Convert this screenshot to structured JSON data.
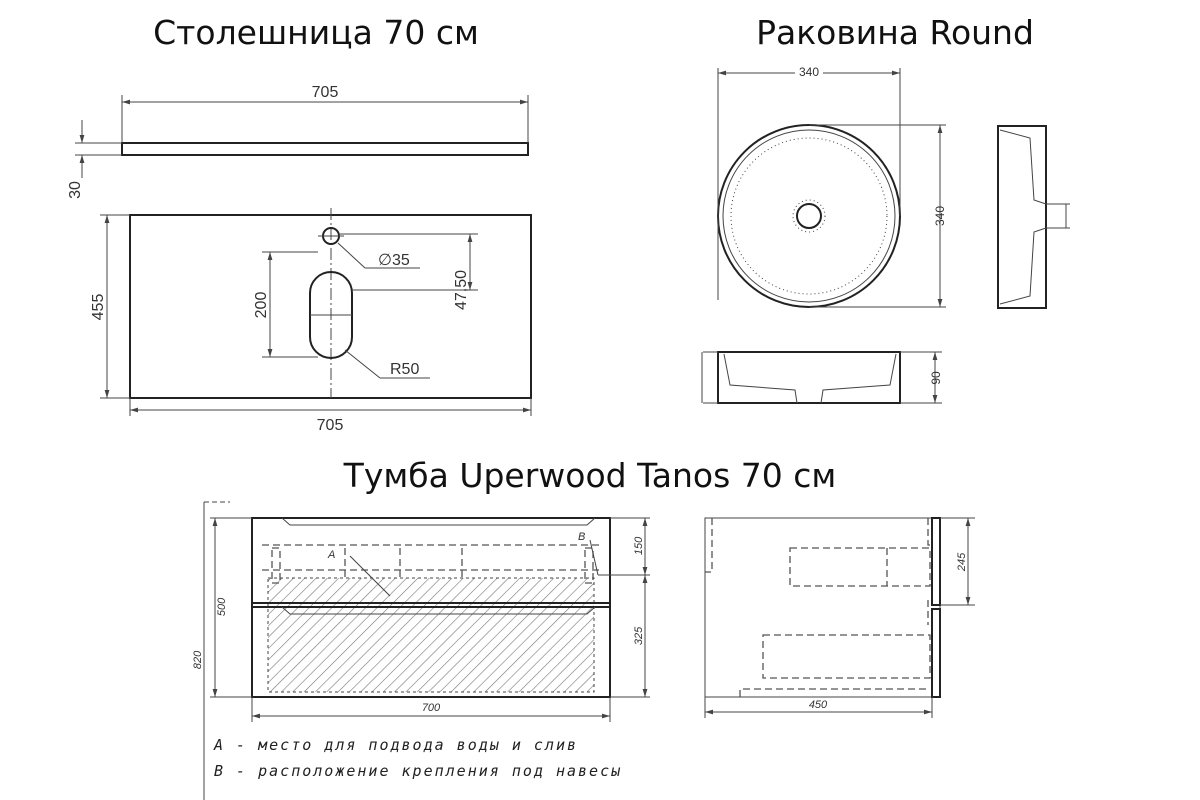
{
  "titles": {
    "countertop": "Столешница 70 см",
    "sink": "Раковина Round",
    "cabinet": "Тумба Uperwood Tanos 70 см"
  },
  "countertop": {
    "width_top": "705",
    "thickness": "30",
    "depth": "455",
    "hole_diameter": "∅35",
    "slot_length": "200",
    "hole_offset": "47,50",
    "slot_radius": "R50",
    "width_bottom": "705"
  },
  "sink": {
    "width": "340",
    "depth": "340",
    "height": "90"
  },
  "cabinet": {
    "height_front": "500",
    "height_total": "820",
    "top_drawer": "150",
    "bottom_drawer": "325",
    "width": "700",
    "side_depth": "450",
    "side_height": "245",
    "label_a": "A",
    "label_b": "B",
    "legend": [
      "А  -  место для подвода воды и слив",
      "В  -  расположение крепления под навесы"
    ]
  }
}
